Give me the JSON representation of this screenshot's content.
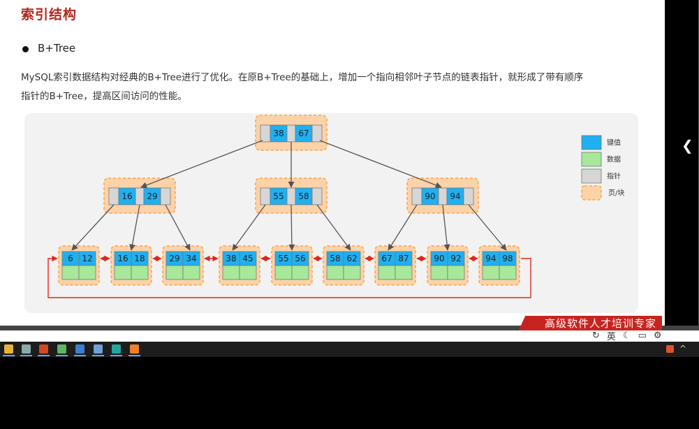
{
  "slide": {
    "title": "索引结构",
    "bullet": "B+Tree",
    "paragraph_line1": "MySQL索引数据结构对经典的B+Tree进行了优化。在原B+Tree的基础上，增加一个指向相邻叶子节点的链表指针，就形成了带有顺序",
    "paragraph_line2": "指针的B+Tree，提高区间访问的性能。"
  },
  "diagram": {
    "colors": {
      "key": "#1fb0f0",
      "data": "#a7e89a",
      "pointer": "#d6d6d6",
      "page": "#fcd2a9",
      "page_border": "#f5a44a",
      "arrow": "#555555",
      "leaf_link": "#e0261b"
    },
    "legend": [
      {
        "type": "key",
        "label": "键值"
      },
      {
        "type": "data",
        "label": "数据"
      },
      {
        "type": "pointer",
        "label": "指针"
      },
      {
        "type": "page",
        "label": "页/块"
      }
    ],
    "root": {
      "keys": [
        "38",
        "67"
      ]
    },
    "internal": [
      {
        "keys": [
          "16",
          "29"
        ]
      },
      {
        "keys": [
          "55",
          "58"
        ]
      },
      {
        "keys": [
          "90",
          "94"
        ]
      }
    ],
    "leaves": [
      {
        "keys": [
          "6",
          "12"
        ]
      },
      {
        "keys": [
          "16",
          "18"
        ]
      },
      {
        "keys": [
          "29",
          "34"
        ]
      },
      {
        "keys": [
          "38",
          "45"
        ]
      },
      {
        "keys": [
          "55",
          "56"
        ]
      },
      {
        "keys": [
          "58",
          "62"
        ]
      },
      {
        "keys": [
          "67",
          "87"
        ]
      },
      {
        "keys": [
          "90",
          "92"
        ]
      },
      {
        "keys": [
          "94",
          "98"
        ]
      }
    ]
  },
  "overlay": {
    "banner_text": "高级软件人才培训专家",
    "ime_label": "英",
    "collapse_icon": "chevron-left-icon"
  },
  "taskbar": {
    "icons": [
      {
        "name": "chrome-icon",
        "color": "#e9b43a"
      },
      {
        "name": "app-icon",
        "color": "#8aa"
      },
      {
        "name": "powerpoint-icon",
        "color": "#d24726"
      },
      {
        "name": "notepad-icon",
        "color": "#5fb55f"
      },
      {
        "name": "window-icon",
        "color": "#3a7fd5"
      },
      {
        "name": "monitor-icon",
        "color": "#6fa0d8"
      },
      {
        "name": "ide-icon",
        "color": "#22a6a0"
      },
      {
        "name": "recorder-icon",
        "color": "#f07f2a"
      }
    ]
  }
}
